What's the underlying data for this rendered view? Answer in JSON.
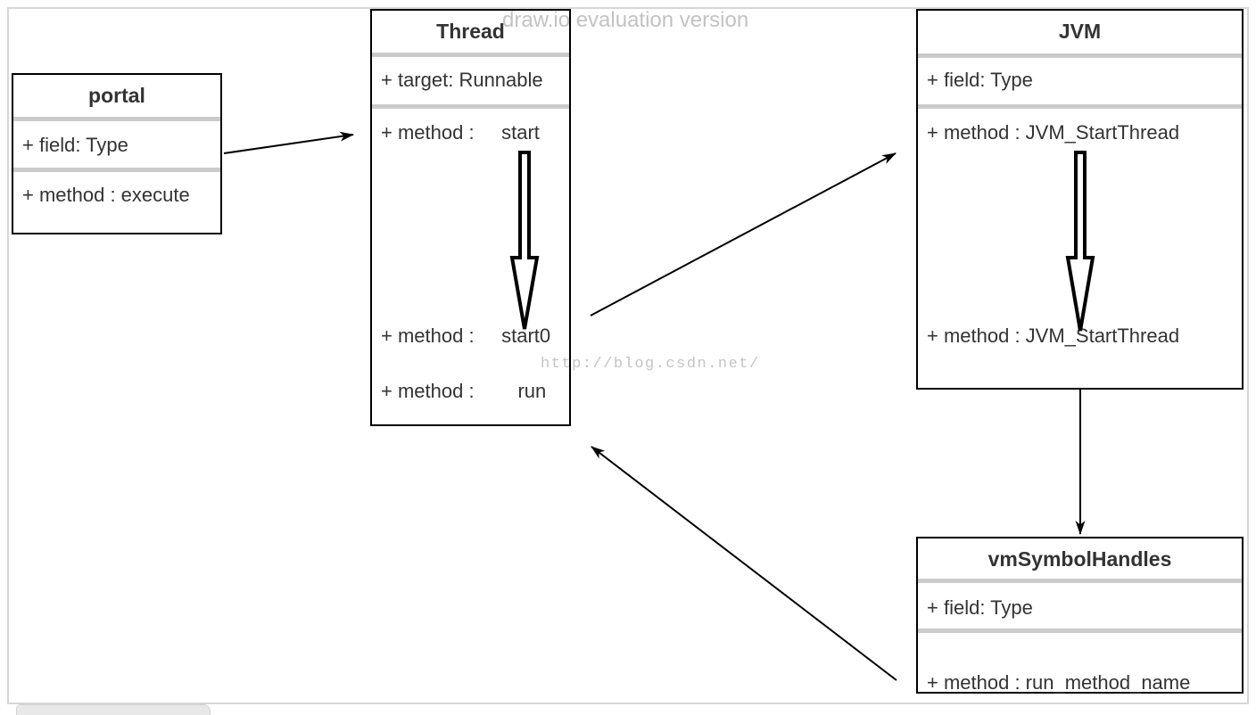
{
  "watermarks": {
    "drawio": "draw.io evaluation version",
    "csdn_url": "http://blog.csdn.net/"
  },
  "classes": [
    {
      "title": "portal",
      "fields": [
        "+ field: Type"
      ],
      "methods": [
        "+ method : execute"
      ]
    },
    {
      "title": "Thread",
      "fields": [
        "+ target: Runnable"
      ],
      "methods": [
        "+ method :     start",
        "+ method :     start0",
        "+ method :        run"
      ]
    },
    {
      "title": "JVM",
      "fields": [
        "+ field: Type"
      ],
      "methods": [
        "+ method : JVM_StartThread",
        "+ method : JVM_StartThread"
      ]
    },
    {
      "title": "vmSymbolHandles",
      "fields": [
        "+ field: Type"
      ],
      "methods": [
        "+ method : run_method_name"
      ]
    }
  ],
  "connectors": [
    {
      "from": "portal",
      "to": "Thread"
    },
    {
      "from": "Thread",
      "to": "JVM"
    },
    {
      "from": "JVM",
      "to": "vmSymbolHandles"
    },
    {
      "from": "vmSymbolHandles",
      "to": "Thread"
    }
  ],
  "colors": {
    "box_border": "#000000",
    "box_fill": "#ffffff",
    "divider": "#cbcbcb",
    "text": "#333333",
    "connector": "#000000",
    "watermark_drawio": "#c3c3c3",
    "watermark_url": "#c4c4c4",
    "page_border": "#d7d7d7",
    "page_tab": "#e8e8e8"
  }
}
